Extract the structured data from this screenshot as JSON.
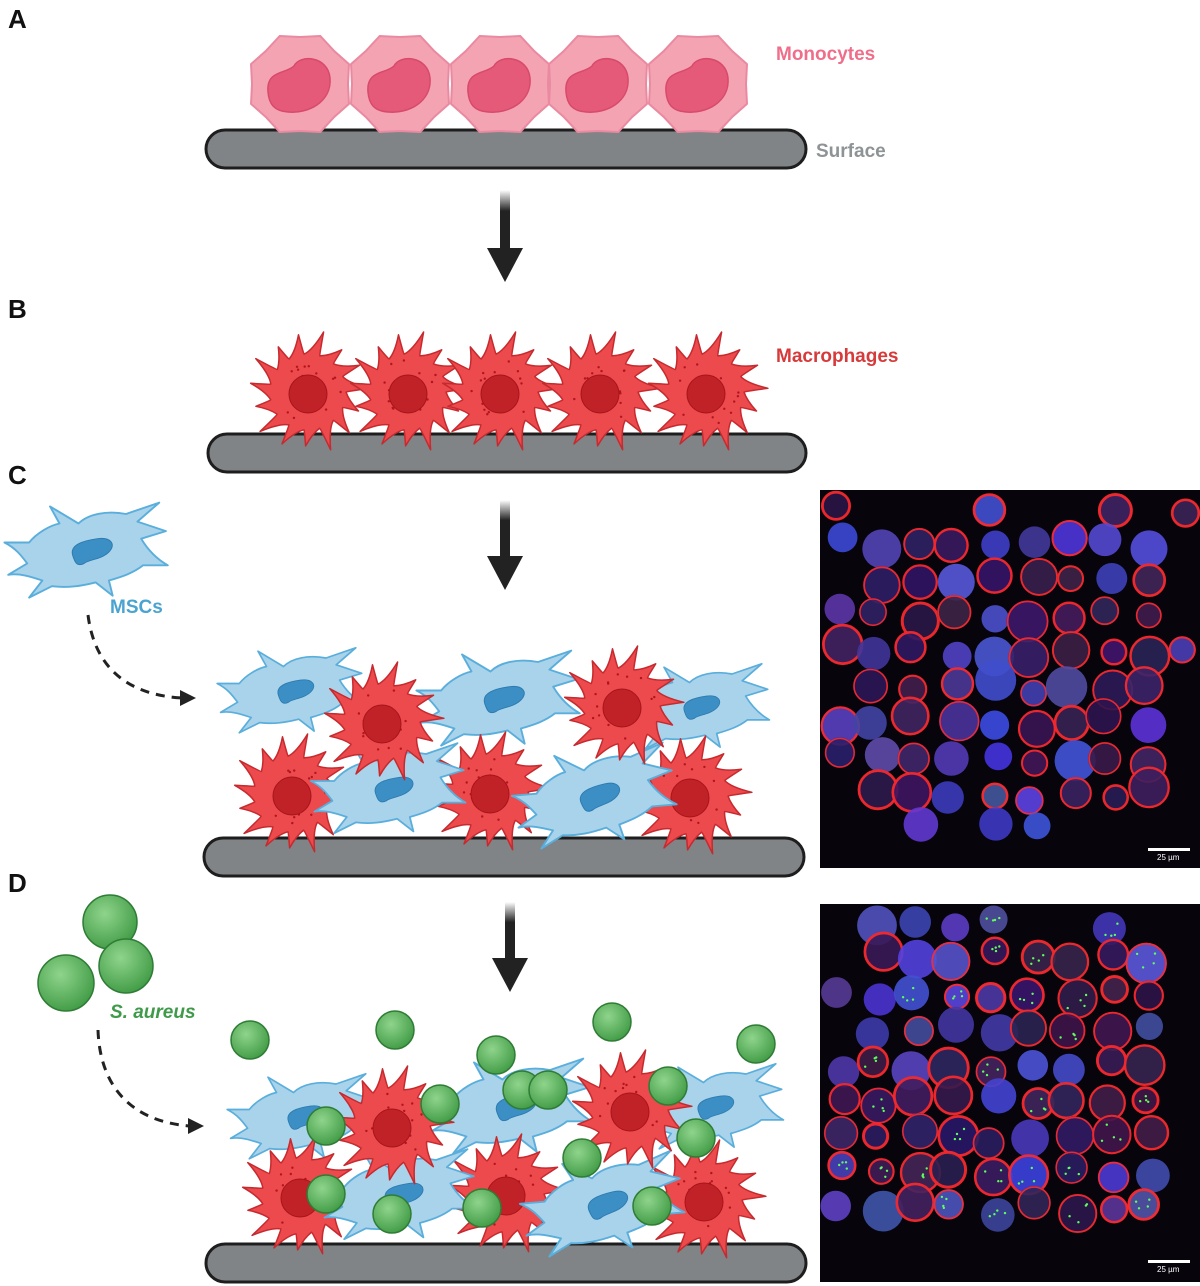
{
  "panels": {
    "a": {
      "letter": "A",
      "cell_label": "Monocytes",
      "surface_label": "Surface"
    },
    "b": {
      "letter": "B",
      "cell_label": "Macrophages"
    },
    "c": {
      "letter": "C",
      "cell_label": "MSCs",
      "scale_bar": "25 µm"
    },
    "d": {
      "letter": "D",
      "cell_label": "S. aureus",
      "scale_bar": "25 µm"
    }
  },
  "colors": {
    "monocyte": "#f4a3b3",
    "monocyte_nucleus": "#e45a78",
    "macrophage": "#ec4a4d",
    "macrophage_nucleus": "#c12228",
    "msc": "#a9d3ea",
    "msc_nucleus": "#3b8fc4",
    "bacteria": "#5bb15b",
    "surface": "#808487",
    "label_monocytes": "#ef6f8b",
    "label_surface": "#8e9396",
    "label_macrophages": "#d63a3a",
    "label_mscs": "#4aa3d0",
    "label_saureus": "#3f9a4a"
  }
}
